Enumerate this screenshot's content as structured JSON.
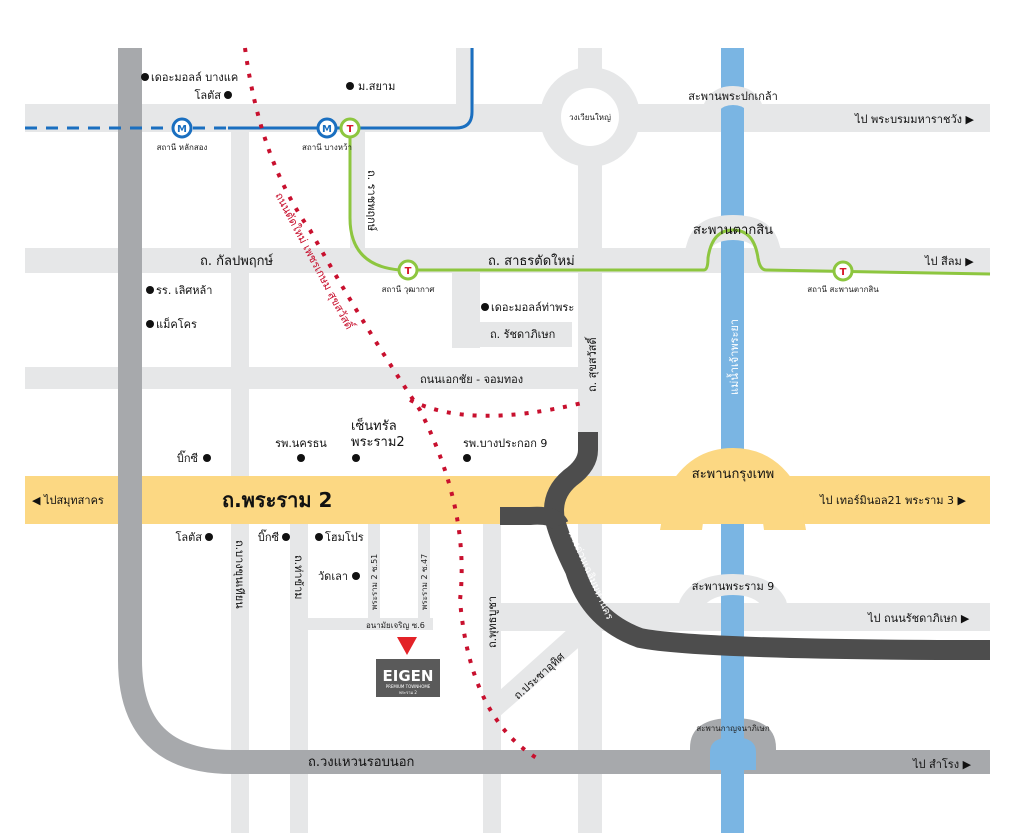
{
  "colors": {
    "road_minor": "#e6e7e8",
    "road_major_grey": "#a7a9ac",
    "rama2_road": "#fcd883",
    "expressway": "#4d4d4d",
    "river": "#7ab5e3",
    "mrt_line": "#1a6fc0",
    "bts_line": "#8dc63f",
    "new_road_dotted": "#c8102e",
    "destination_marker": "#e32227",
    "project_badge": "#5a5a5a"
  },
  "roads": {
    "rama2": "ถ.พระราม 2",
    "to_samut_sakhon": "◀ ไปสมุทสาคร",
    "to_terminal21": "ไป เทอร์มินอล21 พระราม 3 ▶",
    "to_phra_borom": "ไป พระบรมมหาราชวัง ▶",
    "to_silom": "ไป สีลม ▶",
    "to_ratchadaphisek": "ไป ถนนรัชดาภิเษก ▶",
    "to_samrong": "ไป สำโรง ▶",
    "kanlapaphruek": "ถ. กัลปพฤกษ์",
    "sathorn_tat_mai": "ถ. สาธรตัดใหม่",
    "ratchaphruek": "ถ. ราชพฤกษ์",
    "ratchadaphisek": "ถ. รัชดาภิเษก",
    "ekkachai_chomthong": "ถนนเอกชัย - จอมทอง",
    "suksawat": "ถ. สุขสวัสดิ์",
    "outer_ring": "ถ.วงแหวนรอบนอก",
    "bang_khun_thian": "ถ.บางขุนเทียน",
    "tha_kham": "ถ.ท่าข้าม",
    "rama2_soi51": "พระราม 2 ซ.51",
    "rama2_soi47": "พระราม 2 ซ.47",
    "anamai_charoen": "อนามัยเจริญ ซ.6",
    "phuttha_bucha": "ถ.พุทธบูชา",
    "pracha_uthit": "ถ.ประชาอุทิศ",
    "expressway": "ทางด่วนเฉลิมมหานคร",
    "new_road": "ถนนตัดใหม่ เพชรเกษม สุขสวัสดิ์",
    "wong_wian_yai": "วงเวียนใหญ่"
  },
  "bridges": {
    "phra_pok_klao": "สะพานพระปกเกล้า",
    "taksin": "สะพานตากสิน",
    "krung_thep": "สะพานกรุงเทพ",
    "rama9": "สะพานพระราม 9",
    "kanchanaphisek": "สะพานกาญจนาภิเษก"
  },
  "river": "แม่น้ำเจ้าพระยา",
  "stations": {
    "lak_song": "สถานี หลักสอง",
    "bang_wa": "สถานี บางหว้า",
    "wutthakat": "สถานี วุฒากาศ",
    "saphan_taksin": "สถานี สะพานตากสิน",
    "mrt_glyph": "M",
    "bts_glyph": "T"
  },
  "landmarks": {
    "mall_bangkhae": "เดอะมอลล์ บางแค",
    "lotus_top": "โลตัส",
    "siam_univ": "ม.สยาม",
    "lertlah_school": "รร. เลิศหล้า",
    "makro": "แม็คโคร",
    "mall_thapra": "เดอะมอลล์ท่าพระ",
    "bigc_north": "บิ๊กซี",
    "nakhon_thon_hosp": "รพ.นครธน",
    "central_rama2_line1": "เซ็นทรัล",
    "central_rama2_line2": "พระราม2",
    "bangpakok9_hosp": "รพ.บางประกอก 9",
    "lotus_south": "โลตัส",
    "bigc_south": "บิ๊กซี",
    "homepro": "โฮมโปร",
    "wat_lao": "วัดเลา"
  },
  "project": {
    "name": "EIGEN",
    "tagline": "PREMIUM TOWNHOME",
    "location": "พระราม 2"
  }
}
